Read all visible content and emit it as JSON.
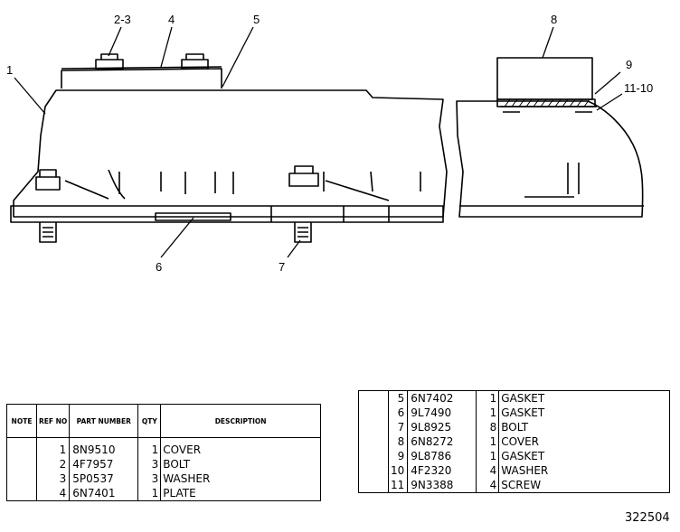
{
  "callouts": [
    {
      "id": "c1",
      "text": "1"
    },
    {
      "id": "c2",
      "text": "2-3"
    },
    {
      "id": "c3",
      "text": "4"
    },
    {
      "id": "c4",
      "text": "5"
    },
    {
      "id": "c5",
      "text": "6"
    },
    {
      "id": "c6",
      "text": "7"
    },
    {
      "id": "c7",
      "text": "8"
    },
    {
      "id": "c8",
      "text": "9"
    },
    {
      "id": "c9",
      "text": "11-10"
    }
  ],
  "table_left": {
    "headers": {
      "note": "NOTE",
      "ref": "REF NO",
      "part": "PART NUMBER",
      "qty": "QTY",
      "desc": "DESCRIPTION"
    },
    "rows": [
      {
        "ref": "1",
        "part": "8N9510",
        "qty": "1",
        "desc": "COVER"
      },
      {
        "ref": "2",
        "part": "4F7957",
        "qty": "3",
        "desc": "BOLT"
      },
      {
        "ref": "3",
        "part": "5P0537",
        "qty": "3",
        "desc": "WASHER"
      },
      {
        "ref": "4",
        "part": "6N7401",
        "qty": "1",
        "desc": "PLATE"
      }
    ]
  },
  "table_right": {
    "rows": [
      {
        "ref": "5",
        "part": "6N7402",
        "qty": "1",
        "desc": "GASKET"
      },
      {
        "ref": "6",
        "part": "9L7490",
        "qty": "1",
        "desc": "GASKET"
      },
      {
        "ref": "7",
        "part": "9L8925",
        "qty": "8",
        "desc": "BOLT"
      },
      {
        "ref": "8",
        "part": "6N8272",
        "qty": "1",
        "desc": "COVER"
      },
      {
        "ref": "9",
        "part": "9L8786",
        "qty": "1",
        "desc": "GASKET"
      },
      {
        "ref": "10",
        "part": "4F2320",
        "qty": "4",
        "desc": "WASHER"
      },
      {
        "ref": "11",
        "part": "9N3388",
        "qty": "4",
        "desc": "SCREW"
      }
    ]
  },
  "drawing_number": "322504"
}
